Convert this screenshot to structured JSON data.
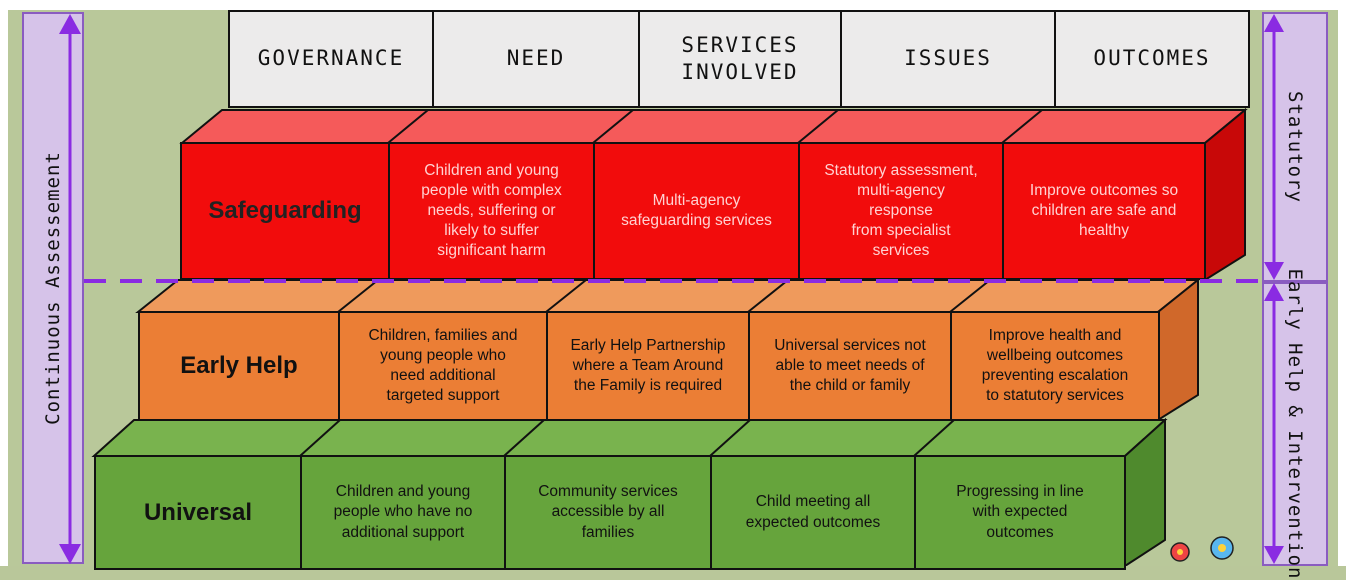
{
  "side_left": {
    "label": "Continuous Assessement"
  },
  "side_right": {
    "statutory": "Statutory",
    "early_help": "Early Help & Intervention"
  },
  "headers": [
    "GOVERNANCE",
    "NEED",
    "SERVICES\nINVOLVED",
    "ISSUES",
    "OUTCOMES"
  ],
  "tiers": {
    "safeguarding": {
      "label": "Safeguarding",
      "need": "Children and young\npeople with complex\nneeds, suffering or\nlikely to suffer\nsignificant harm",
      "services": "Multi-agency\nsafeguarding services",
      "issues": "Statutory assessment,\nmulti-agency\nresponse\nfrom specialist\nservices",
      "outcomes": "Improve outcomes so\nchildren are safe and\nhealthy"
    },
    "early_help": {
      "label": "Early Help",
      "need": "Children, families and\nyoung people who\nneed additional\ntargeted support",
      "services": "Early Help Partnership\nwhere a Team Around\nthe Family is required",
      "issues": "Universal services not\nable to meet needs of\nthe child or family",
      "outcomes": "Improve health and\nwellbeing outcomes\npreventing escalation\nto statutory services"
    },
    "universal": {
      "label": "Universal",
      "need": "Children and young\npeople who have no\nadditional support",
      "services": "Community services\naccessible by all\nfamilies",
      "issues": "Child meeting all\nexpected outcomes",
      "outcomes": "Progressing in line\nwith expected\noutcomes"
    }
  },
  "colors": {
    "red": "#f20c0c",
    "orange": "#eb7e35",
    "green": "#66a43c",
    "purple": "#8a2be2",
    "lilac": "#d6c3e9",
    "header": "#ecebeb"
  }
}
